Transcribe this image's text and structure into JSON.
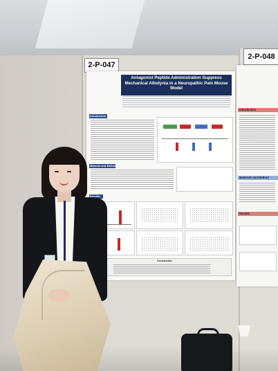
{
  "booth_tags": {
    "left": "2-P-047",
    "right": "2-P-048"
  },
  "poster": {
    "title": "Antagonist Peptide Administration Suppress Mechanical Allodynia in a Neuropathic Pain Mouse Model",
    "sections": {
      "introduction": "Introduction",
      "methods": "Material and Methods",
      "results": "Results",
      "conclusion": "Conclusion"
    }
  },
  "adjacent_poster": {
    "sections": {
      "introduction": "Introduction",
      "methods": "Materials and Method",
      "results": "Results"
    }
  },
  "colors": {
    "poster_header": "#1c2f5a",
    "section_bar": "#2f4c86",
    "jacket": "#15161a",
    "coat": "#e6dbc5"
  }
}
